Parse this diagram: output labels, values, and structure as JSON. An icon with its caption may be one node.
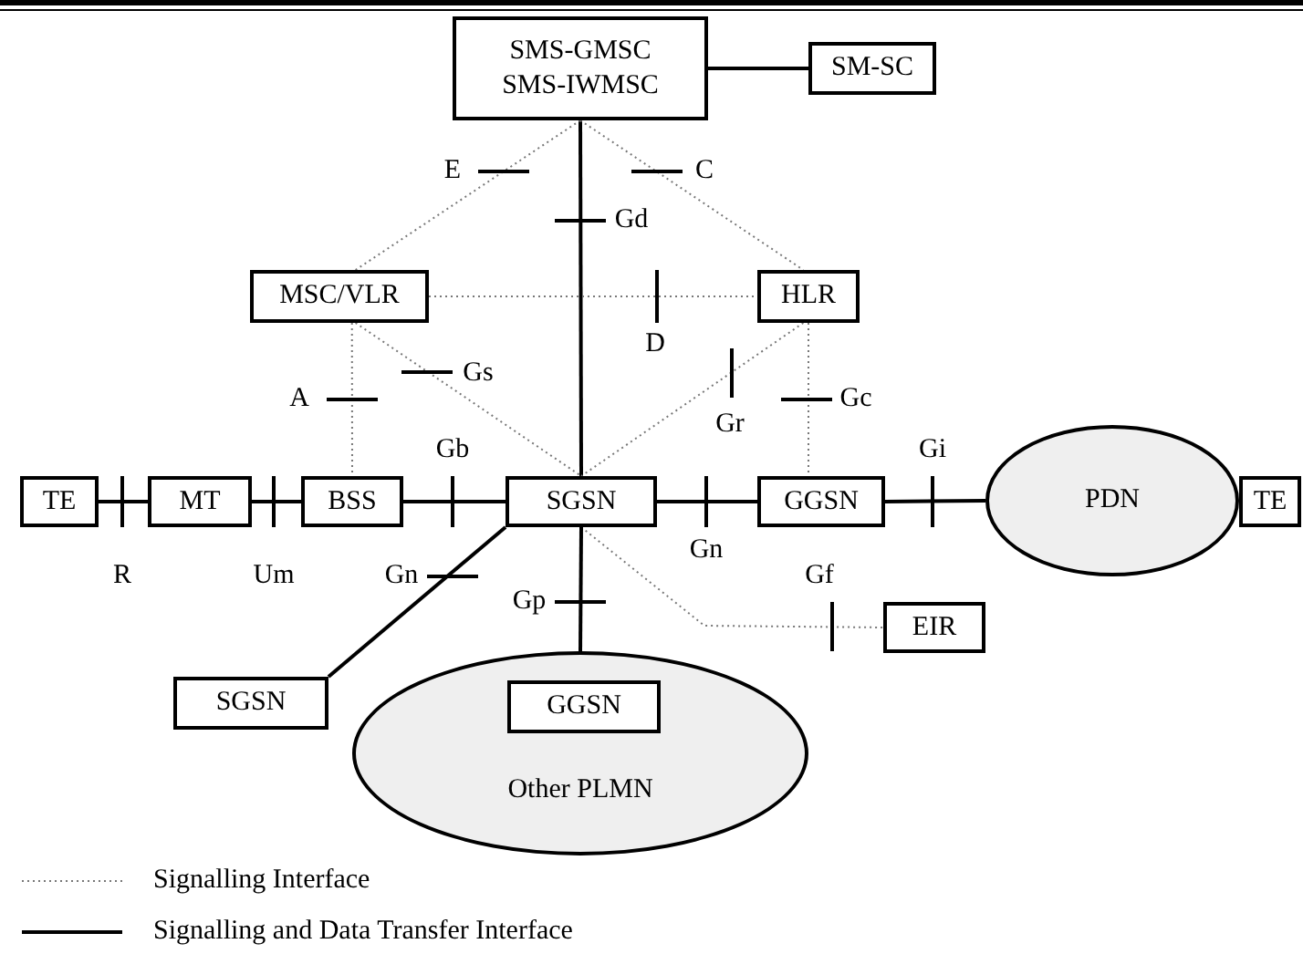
{
  "diagram": {
    "nodes": [
      {
        "text": [
          "SMS-GMSC",
          "SMS-IWMSC"
        ]
      },
      {
        "text": [
          "SM-SC"
        ]
      },
      {
        "text": [
          "MSC/VLR"
        ]
      },
      {
        "text": [
          "HLR"
        ]
      },
      {
        "text": [
          "TE"
        ]
      },
      {
        "text": [
          "MT"
        ]
      },
      {
        "text": [
          "BSS"
        ]
      },
      {
        "text": [
          "SGSN"
        ]
      },
      {
        "text": [
          "GGSN"
        ]
      },
      {
        "text": [
          "PDN"
        ]
      },
      {
        "text": [
          "TE"
        ]
      },
      {
        "text": [
          "EIR"
        ]
      },
      {
        "text": [
          "SGSN"
        ]
      },
      {
        "text": [
          "Other PLMN"
        ]
      },
      {
        "text": [
          "GGSN"
        ],
        "in": 13
      }
    ],
    "edges": [
      {
        "from": 0,
        "to": 1,
        "arrow": "none"
      },
      {
        "from": 0,
        "to": 7,
        "arrow": "none",
        "label": "Gd"
      },
      {
        "from": 0,
        "to": 2,
        "arrow": "none",
        "label": "E",
        "style": "dashed",
        "color": "#777777"
      },
      {
        "from": 0,
        "to": 3,
        "arrow": "none",
        "label": "C",
        "style": "dashed",
        "color": "#777777"
      },
      {
        "from": 2,
        "to": 3,
        "arrow": "none",
        "label": "D",
        "style": "dashed",
        "color": "#777777"
      },
      {
        "from": 2,
        "to": 6,
        "arrow": "none",
        "label": "A",
        "style": "dashed",
        "color": "#777777"
      },
      {
        "from": 2,
        "to": 7,
        "arrow": "none",
        "label": "Gs",
        "style": "dashed",
        "color": "#777777"
      },
      {
        "from": 3,
        "to": 7,
        "arrow": "none",
        "label": "Gr",
        "style": "dashed",
        "color": "#777777"
      },
      {
        "from": 3,
        "to": 8,
        "arrow": "none",
        "label": "Gc",
        "style": "dashed",
        "color": "#777777"
      },
      {
        "from": 4,
        "to": 5,
        "arrow": "none",
        "label": "R"
      },
      {
        "from": 5,
        "to": 6,
        "arrow": "none",
        "label": "Um"
      },
      {
        "from": 6,
        "to": 7,
        "arrow": "none",
        "label": "Gb"
      },
      {
        "from": 7,
        "to": 8,
        "arrow": "none",
        "label": "Gn"
      },
      {
        "from": 8,
        "to": 9,
        "arrow": "none",
        "label": "Gi"
      },
      {
        "from": 7,
        "to": 11,
        "arrow": "none",
        "label": "Gf",
        "style": "dashed",
        "color": "#777777"
      },
      {
        "from": 7,
        "to": 12,
        "arrow": "none",
        "label": "Gn"
      },
      {
        "from": 7,
        "to": 13,
        "arrow": "none",
        "label": "Gp"
      }
    ],
    "legend": [
      {
        "text": "Signalling Interface"
      },
      {
        "text": "Signalling and Data Transfer Interface"
      }
    ]
  }
}
